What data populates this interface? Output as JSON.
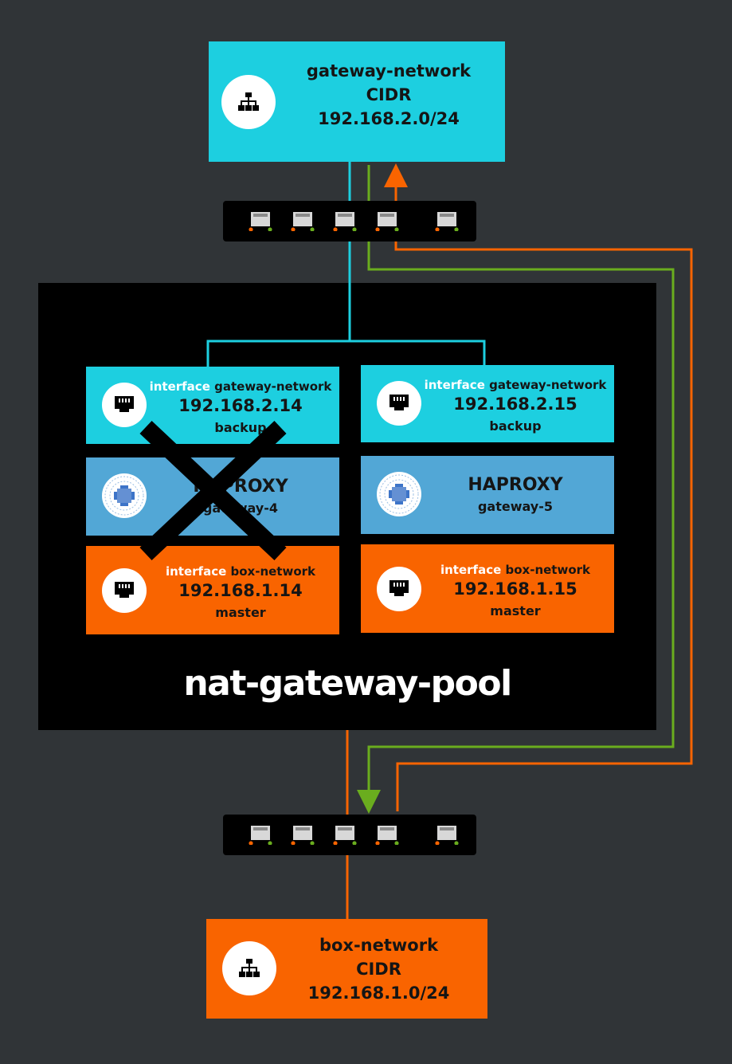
{
  "gateway_network": {
    "name": "gateway-network",
    "cidr_label": "CIDR",
    "cidr": "192.168.2.0/24",
    "icon": "network-topology-icon"
  },
  "box_network": {
    "name": "box-network",
    "cidr_label": "CIDR",
    "cidr": "192.168.1.0/24",
    "icon": "network-topology-icon"
  },
  "pool": {
    "title": "nat-gateway-pool"
  },
  "nodes": [
    {
      "gw_iface": {
        "keyword": "interface",
        "network": "gateway-network",
        "ip": "192.168.2.14",
        "role": "backup"
      },
      "haproxy": {
        "name": "HAPROXY",
        "host": "gateway-4"
      },
      "box_iface": {
        "keyword": "interface",
        "network": "box-network",
        "ip": "192.168.1.14",
        "role": "master"
      },
      "failed": true
    },
    {
      "gw_iface": {
        "keyword": "interface",
        "network": "gateway-network",
        "ip": "192.168.2.15",
        "role": "backup"
      },
      "haproxy": {
        "name": "HAPROXY",
        "host": "gateway-5"
      },
      "box_iface": {
        "keyword": "interface",
        "network": "box-network",
        "ip": "192.168.1.15",
        "role": "master"
      },
      "failed": false
    }
  ],
  "colors": {
    "cyan": "#1dcfe0",
    "orange": "#f96400",
    "blue": "#52a7d6",
    "green": "#6aad1e",
    "background": "#303437",
    "failed_mark": "#000000"
  }
}
